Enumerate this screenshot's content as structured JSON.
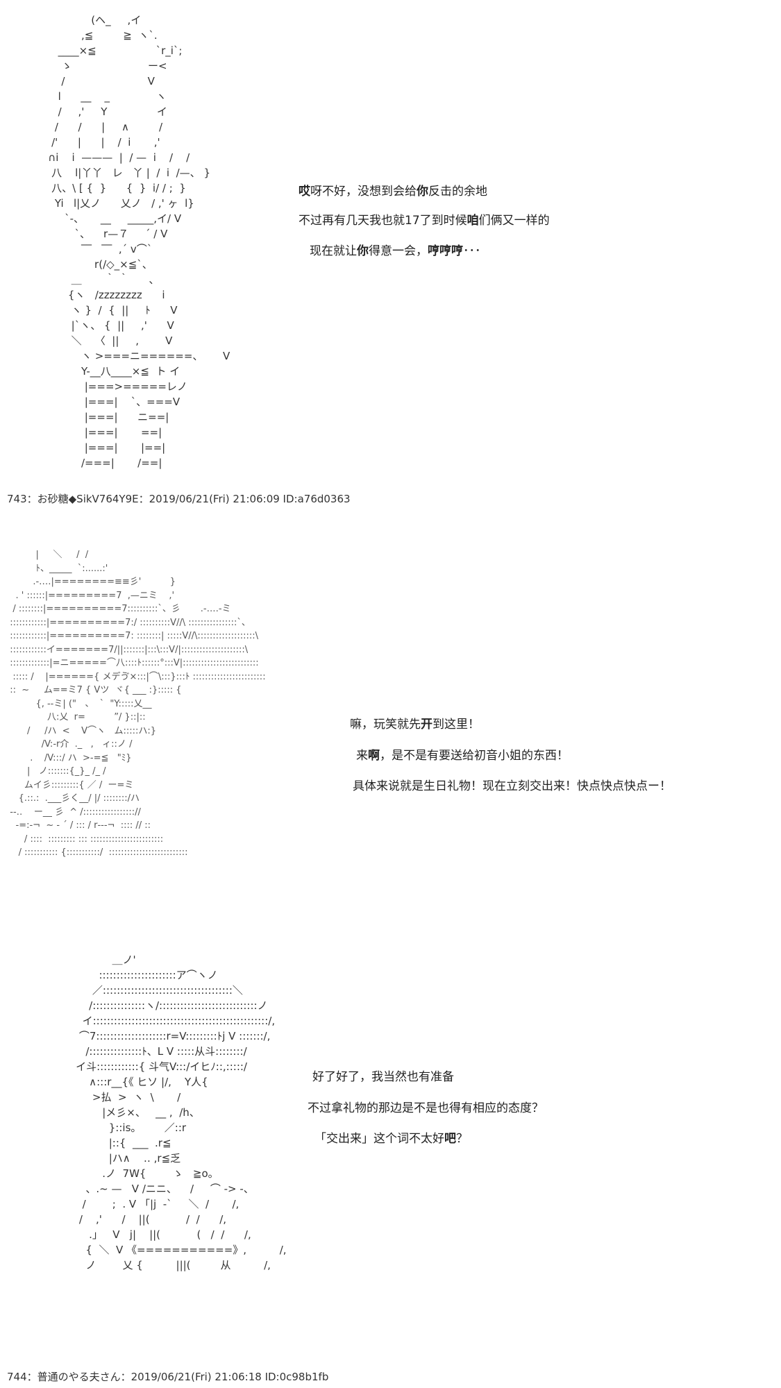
{
  "art": {
    "art1": "                (ヘ_     ,イ\n             ,≦         ≧  ヽ`.\n      ____×≦                  `r_i`;\n       ゝ                       ー<\n       /                         V\n      l      __    _              ヽ\n      /     ,'     Y               イ\n     /      /      |     ∧         /\n    /'      |      |    /  i       ,'\n   ∩i    i  ———  |  / —  i    /    /\n    八    l|丫丫   レ   丫 |  /  i  /—、 }\n    八、\\ [ {  }      {  }  i/ / ;  }\n     Yi   l|乂ノ      乂ノ   / ,' ヶ  l}\n        `-、     __     _____,イ/ V\n           `、    r—７     ´ / V\n             ‾‾   ‾‾  ,´ v⌒`\n                 r(/◇_×≦`、\n          ＿       ｀ ｀      、\n         {ヽ   /zzzzzzzz      i\n          ヽ }  /  {  ||     ﾄ      V\n          |`ヽ、 {  ||     ,'      V\n          ＼    〈  ||     ,        V\n             ヽ >===ニ======、      V\n             Y-__八____×≦  ト イ\n              |===>=====レノ\n              |===|    `、===V\n              |===|      ニ==|\n              |===|       ==|\n              |===|       |==|\n             /===|       /==|",
    "art2": "           |     ＼     /  /\n           ﾄ、_____  `:......:'\n          .-‥‥|========≡≡彡'          }\n    . ' ::::::|=========7  ,—ニミ    ,'\n   / ::::::::|==========7::::::::::`、彡       .-‥‥-ミ\n  ::::::::::::|==========7:/ ::::::::::V//\\ ::::::::::::::::`、\n  ::::::::::::|==========7: ::::::::| :::::V//\\:::::::::::::::::::\\\n  ::::::::::::イ=======7/||:::::::|:::\\:::V/|:::::::::::::::::::::\\\n  :::::::::::::|=ニ=====⌒八::::ﾄ::::::°:::V|:::::::::::::::::::::::::\n   ::::: /    |======{ メデゔ×:::|⌒\\:::}:::ﾄ ::::::::::::::::::::::::\n  ::  ~     ム==ミ7 { Vツ  ヾ{ ___ :}::::: {\n           {, -‐ミ| (\"   、  `  \"Y:::::乂__\n               八:乂  r=          ”/ }::|::\n        /     /ハ  <    V⌒ヽ   ム:::::ハ:}\n             /V:-r介  ._   ,   ィ::ノ /\n         .    /V:::/ ハ  >-=≦   \"ﾐ}\n        |   ノ:::::::{_}_ /_ /\n       ムイ彡:::::::::{ ／ /  ー=ミ\n     {.::.:  .___彡く__/ |/ ::::::::/ハ\n  ‐-‥    ー__ 彡  ^ /::::::::::::::::://\n    ‐=:‐¬  ~ ‐ ´ / ::: / r‐‐‐¬  :::: // ::\n       / ::::  ::::::::: ::: ::::::::::::::::::::::::\n     / ::::::::::: {:::::::::::/  ::::::::::::::::::::::::::",
    "art3": "               ＿ノ'\n           ::::::::::::::::::::::ア⌒ヽノ\n         ／:::::::::::::::::::::::::::::::::::::＼\n        /:::::::::::::::ヽ/::::::::::::::::::::::::::::ノ\n      イ::::::::::::::::::::::::::::::::::::::::::::::::::/,\n     ⌒7::::::::::::::::::::r=V:::::::::ﾄj V :::::::/,\n       /:::::::::::::::ﾄ、L V :::::从斗::::::::/\n    イ斗::::::::::::{ 斗气V:::/イヒﾉ::,:::::/\n        ∧:::r__{《 ヒソ |/,    Y人{\n         >払  >  ヽ  \\       /\n            |メ彡×、   __ ,  /h、\n              }::is。       ／::r\n              |::{  ___  .r≦\n              |ハ∧    ‥ ,r≦乏\n            .ノ  7W{        ゝ   ≧o。\n       、.~ —   V /ニニ、    /     ⌒ -> -、\n      /        ;  . V 「|j  ‐`     ＼  /       /,\n     /    ,'      /    ||(           /  /      /,\n        .」   V   j|    ||(           (   /  /      /,\n       {  ＼  V 《===========》,          /,\n       ノ        乂 {          |||(         从          /,"
  },
  "post1": {
    "header": "743：お砂糖◆SikV764Y9E：2019/06/21(Fri) 21:06:09 ID:a76d0363"
  },
  "post2": {
    "header": "744：普通のやる夫さん：2019/06/21(Fri) 21:06:18 ID:0c98b1fb"
  },
  "dialogue": {
    "panel1": {
      "line1": {
        "b1": "哎",
        "t1": "呀不好，没想到会给",
        "b2": "你",
        "t2": "反击的余地"
      },
      "line2": {
        "t1": "不过再有几天我也就17了到时候",
        "b1": "咱",
        "t2": "们俩又一样的"
      },
      "line3": {
        "t1": "现在就让",
        "b1": "你",
        "t2": "得意一会，",
        "b2": "哼哼哼",
        "t3": "･･･"
      }
    },
    "panel2": {
      "line1": {
        "t1": "嘛，玩笑就先",
        "b1": "开",
        "t2": "到这里！"
      },
      "line2": {
        "t1": "来",
        "b1": "啊",
        "t2": "，是不是有要送给初音小姐的东西！"
      },
      "line3": "具体来说就是生日礼物！现在立刻交出来！快点快点快点ー！"
    },
    "panel3": {
      "line1": "好了好了，我当然也有准备",
      "line2": "不过拿礼物的那边是不是也得有相应的态度？",
      "line3": {
        "t1": "「交出来」这个词不太好",
        "b1": "吧",
        "t2": "？"
      }
    }
  }
}
